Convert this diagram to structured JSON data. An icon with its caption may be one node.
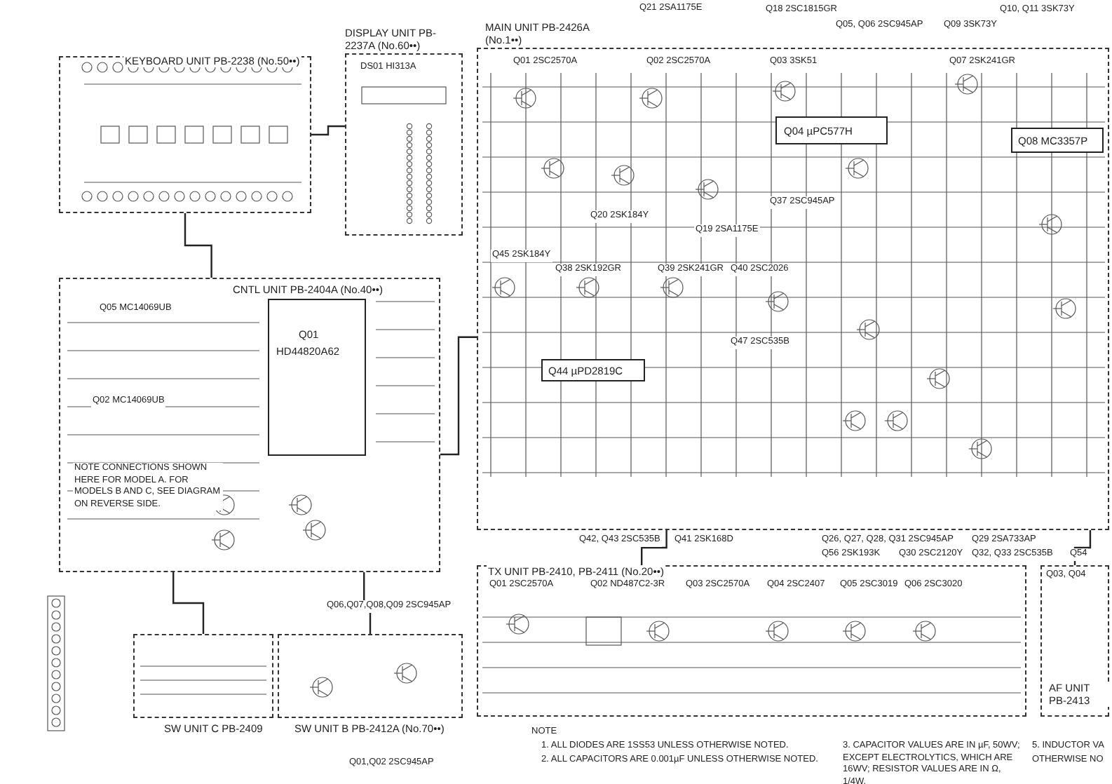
{
  "diagram": {
    "nodes": [
      {
        "text": [
          "KEYBOARD UNIT PB-2238 (No.50••)"
        ]
      },
      {
        "text": [
          "DISPLAY UNIT PB-2237A (No.60••)"
        ]
      },
      {
        "text": [
          "CNTL UNIT PB-2404A (No.40••)"
        ]
      },
      {
        "text": [
          "Q01",
          "HD44820A62"
        ],
        "in": 2
      },
      {
        "text": [
          "MAIN UNIT PB-2426A (No.1••)"
        ]
      },
      {
        "text": [
          "Q04 µPC577H"
        ],
        "in": 4
      },
      {
        "text": [
          "Q08 MC3357P"
        ],
        "in": 4
      },
      {
        "text": [
          "Q44 µPD2819C"
        ],
        "in": 4
      },
      {
        "text": [
          "TX UNIT PB-2410, PB-2411 (No.20••)"
        ]
      },
      {
        "text": [
          "AF UNIT PB-2413"
        ]
      },
      {
        "text": [
          "SW UNIT C PB-2409"
        ]
      },
      {
        "text": [
          "SW UNIT B PB-2412A (No.70••)"
        ]
      }
    ],
    "edges": [
      {
        "from": 0,
        "to": 1,
        "arrow": "none"
      },
      {
        "from": 0,
        "to": 2,
        "arrow": "none"
      },
      {
        "from": 2,
        "to": 4,
        "arrow": "none"
      },
      {
        "from": 2,
        "to": 10,
        "arrow": "none"
      },
      {
        "from": 2,
        "to": 11,
        "arrow": "none"
      },
      {
        "from": 4,
        "to": 8,
        "arrow": "none"
      },
      {
        "from": 4,
        "to": 9,
        "arrow": "none"
      }
    ],
    "labels": [
      "Q21 2SA1175E",
      "Q18 2SC1815GR",
      "Q10, Q11 3SK73Y",
      "Q05, Q06 2SC945AP",
      "Q09 3SK73Y",
      "DS01 HI313A",
      "Q01 2SC2570A",
      "Q02 2SC2570A",
      "Q03 3SK51",
      "Q07 2SK241GR",
      "Q37 2SC945AP",
      "Q20 2SK184Y",
      "Q19 2SA1175E",
      "Q45 2SK184Y",
      "Q38 2SK192GR",
      "Q39 2SK241GR",
      "Q40 2SC2026",
      "Q47 2SC535B",
      "Q05 MC14069UB",
      "Q02 MC14069UB",
      "NOTE CONNECTIONS SHOWN HERE FOR MODEL A. FOR MODELS B AND C, SEE DIAGRAM ON REVERSE SIDE.",
      "Q42, Q43 2SC535B",
      "Q41 2SK168D",
      "Q26, Q27, Q28, Q31 2SC945AP",
      "Q29 2SA733AP",
      "Q56 2SK193K",
      "Q30 2SC2120Y",
      "Q32, Q33 2SC535B",
      "Q54",
      "Q06,Q07,Q08,Q09 2SC945AP",
      "Q01 2SC2570A",
      "Q02 ND487C2-3R",
      "Q03 2SC2570A",
      "Q04 2SC2407",
      "Q05 2SC3019",
      "Q06 2SC3020",
      "Q03, Q04",
      "Q01,Q02 2SC945AP",
      "NOTE",
      "1. ALL DIODES ARE 1SS53 UNLESS OTHERWISE NOTED.",
      "2. ALL CAPACITORS ARE 0.001µF UNLESS OTHERWISE NOTED.",
      "3. CAPACITOR VALUES ARE IN µF, 50WV; EXCEPT ELECTROLYTICS, WHICH ARE 16WV; RESISTOR VALUES ARE IN Ω, 1/4W.",
      "5. INDUCTOR VA",
      "OTHERWISE NO"
    ]
  }
}
